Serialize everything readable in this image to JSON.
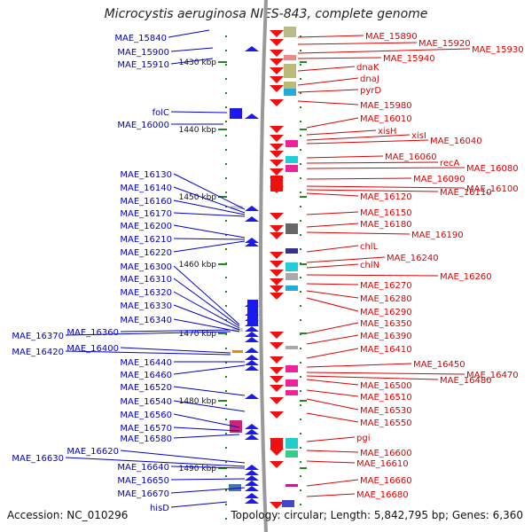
{
  "title": "Microcystis aeruginosa NIES-843, complete genome",
  "footer": {
    "accession": "Accession: NC_010296",
    "topology": "Topology: circular; Length: 5,842,795 bp; Genes: 6,360"
  },
  "colors": {
    "minus_strand_label": "#0000cc",
    "plus_strand_label": "#dd0000",
    "minus_arrow": "#1a1aee",
    "plus_arrow": "#ee1111",
    "ruler": "#228822",
    "genome_line": "#999999"
  },
  "ruler_ticks": [
    "1430 kbp",
    "1440 kbp",
    "1450 kbp",
    "1460 kbp",
    "1470 kbp",
    "1480 kbp",
    "1490 kbp"
  ],
  "left_genes": [
    "MAE_15840",
    "MAE_15900",
    "MAE_15910",
    "folC",
    "MAE_16000",
    "MAE_16130",
    "MAE_16140",
    "MAE_16160",
    "MAE_16170",
    "MAE_16200",
    "MAE_16210",
    "MAE_16220",
    "MAE_16300",
    "MAE_16310",
    "MAE_16320",
    "MAE_16330",
    "MAE_16340",
    "MAE_16360",
    "MAE_16370",
    "MAE_16400",
    "MAE_16420",
    "MAE_16440",
    "MAE_16460",
    "MAE_16520",
    "MAE_16540",
    "MAE_16560",
    "MAE_16570",
    "MAE_16580",
    "MAE_16620",
    "MAE_16630",
    "MAE_16640",
    "MAE_16650",
    "MAE_16670",
    "hisD"
  ],
  "right_genes": [
    "MAE_15890",
    "MAE_15920",
    "MAE_15930",
    "MAE_15940",
    "dnaK",
    "dnaJ",
    "pyrD",
    "MAE_15980",
    "MAE_16010",
    "xisH",
    "xisI",
    "MAE_16040",
    "MAE_16060",
    "recA",
    "MAE_16080",
    "MAE_16090",
    "MAE_16100",
    "MAE_16110",
    "MAE_16120",
    "MAE_16150",
    "MAE_16180",
    "MAE_16190",
    "chlL",
    "MAE_16240",
    "chlN",
    "MAE_16260",
    "MAE_16270",
    "MAE_16280",
    "MAE_16290",
    "MAE_16350",
    "MAE_16390",
    "MAE_16410",
    "MAE_16450",
    "MAE_16470",
    "MAE_16480",
    "MAE_16500",
    "MAE_16510",
    "MAE_16530",
    "MAE_16550",
    "pgi",
    "MAE_16600",
    "MAE_16610",
    "MAE_16660",
    "MAE_16680"
  ]
}
